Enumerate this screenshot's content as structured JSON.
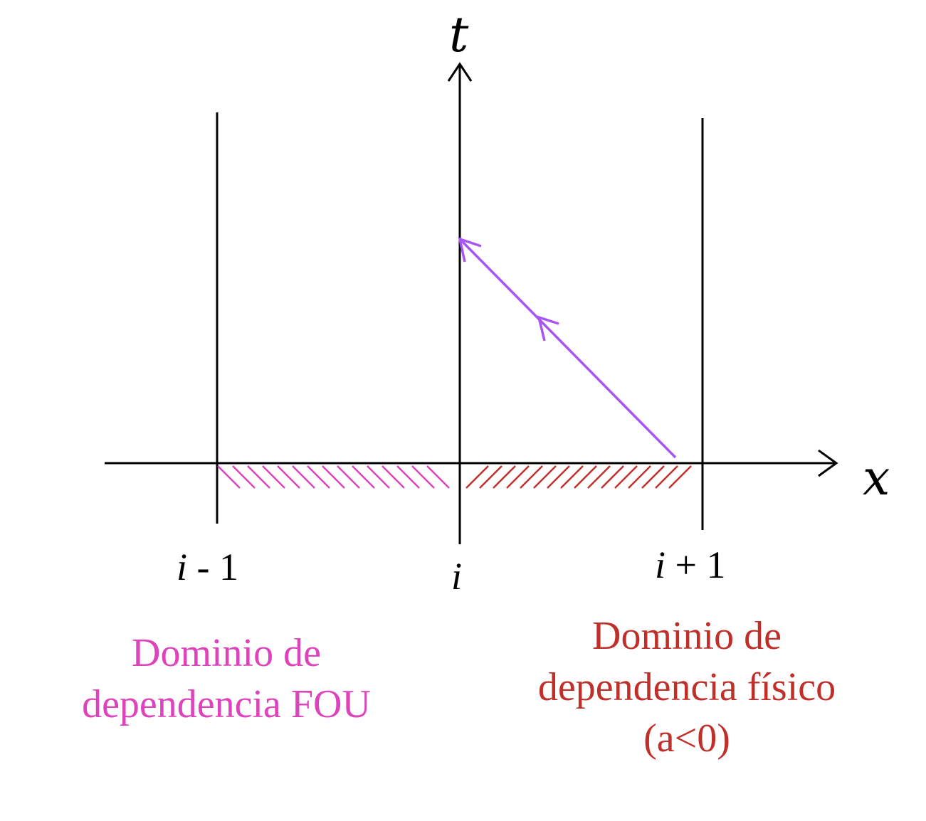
{
  "axes": {
    "x_label": "x",
    "t_label": "t"
  },
  "ticks": {
    "left_var": "i",
    "left_rest": " - 1",
    "center_var": "i",
    "right_var": "i",
    "right_rest": " + 1"
  },
  "captions": {
    "fou": {
      "line1": "Dominio de",
      "line2": "dependencia FOU",
      "color": "#dd44bb"
    },
    "fisico": {
      "line1": "Dominio de",
      "line2": "dependencia físico",
      "line3": "(a<0)",
      "color": "#c0302a"
    }
  },
  "colors": {
    "axes": "#000000",
    "characteristic": "#a855f7",
    "hatch_fou": "#dd44bb",
    "hatch_fisico": "#c0302a"
  }
}
